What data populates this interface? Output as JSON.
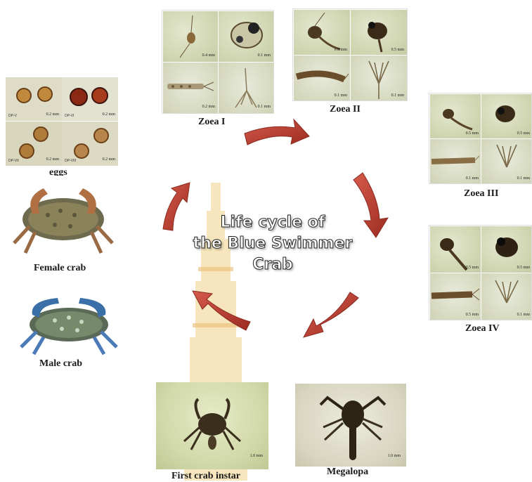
{
  "title": {
    "line1": "Life cycle of",
    "line2": "the Blue Swimmer",
    "line3": "Crab"
  },
  "stages": {
    "zoea1": {
      "caption": "Zoea I",
      "scales": [
        "0.4 mm",
        "0.1 mm",
        "0.2 mm",
        "0.1 mm"
      ]
    },
    "zoea2": {
      "caption": "Zoea II",
      "scales": [
        "0.5 mm",
        "0.5 mm",
        "0.1 mm",
        "0.1 mm"
      ]
    },
    "zoea3": {
      "caption": "Zoea III",
      "scales": [
        "0.5 mm",
        "0.5 mm",
        "0.1 mm",
        "0.1 mm"
      ]
    },
    "zoea4": {
      "caption": "Zoea IV",
      "scales": [
        "0.5 mm",
        "0.5 mm",
        "0.5 mm",
        "0.1 mm"
      ]
    },
    "megalopa": {
      "caption": "Megalopa",
      "scale": "1.0 mm"
    },
    "first_crab": {
      "caption": "First crab instar",
      "scale": "1.0 mm"
    },
    "male": {
      "caption": "Male crab"
    },
    "female": {
      "caption": "Female crab"
    },
    "eggs": {
      "caption": "eggs",
      "labels": [
        "DP-V",
        "DP-VI",
        "DP-VII",
        "DP-VIII"
      ],
      "scales": [
        "0.2 mm",
        "0.2 mm",
        "0.2 mm",
        "0.2 mm"
      ]
    }
  },
  "colors": {
    "arrow": "#b8372a",
    "crab_blue": "#3a6fa8",
    "crab_brown": "#7a5a3a",
    "watermark": "#f3d9a0"
  }
}
